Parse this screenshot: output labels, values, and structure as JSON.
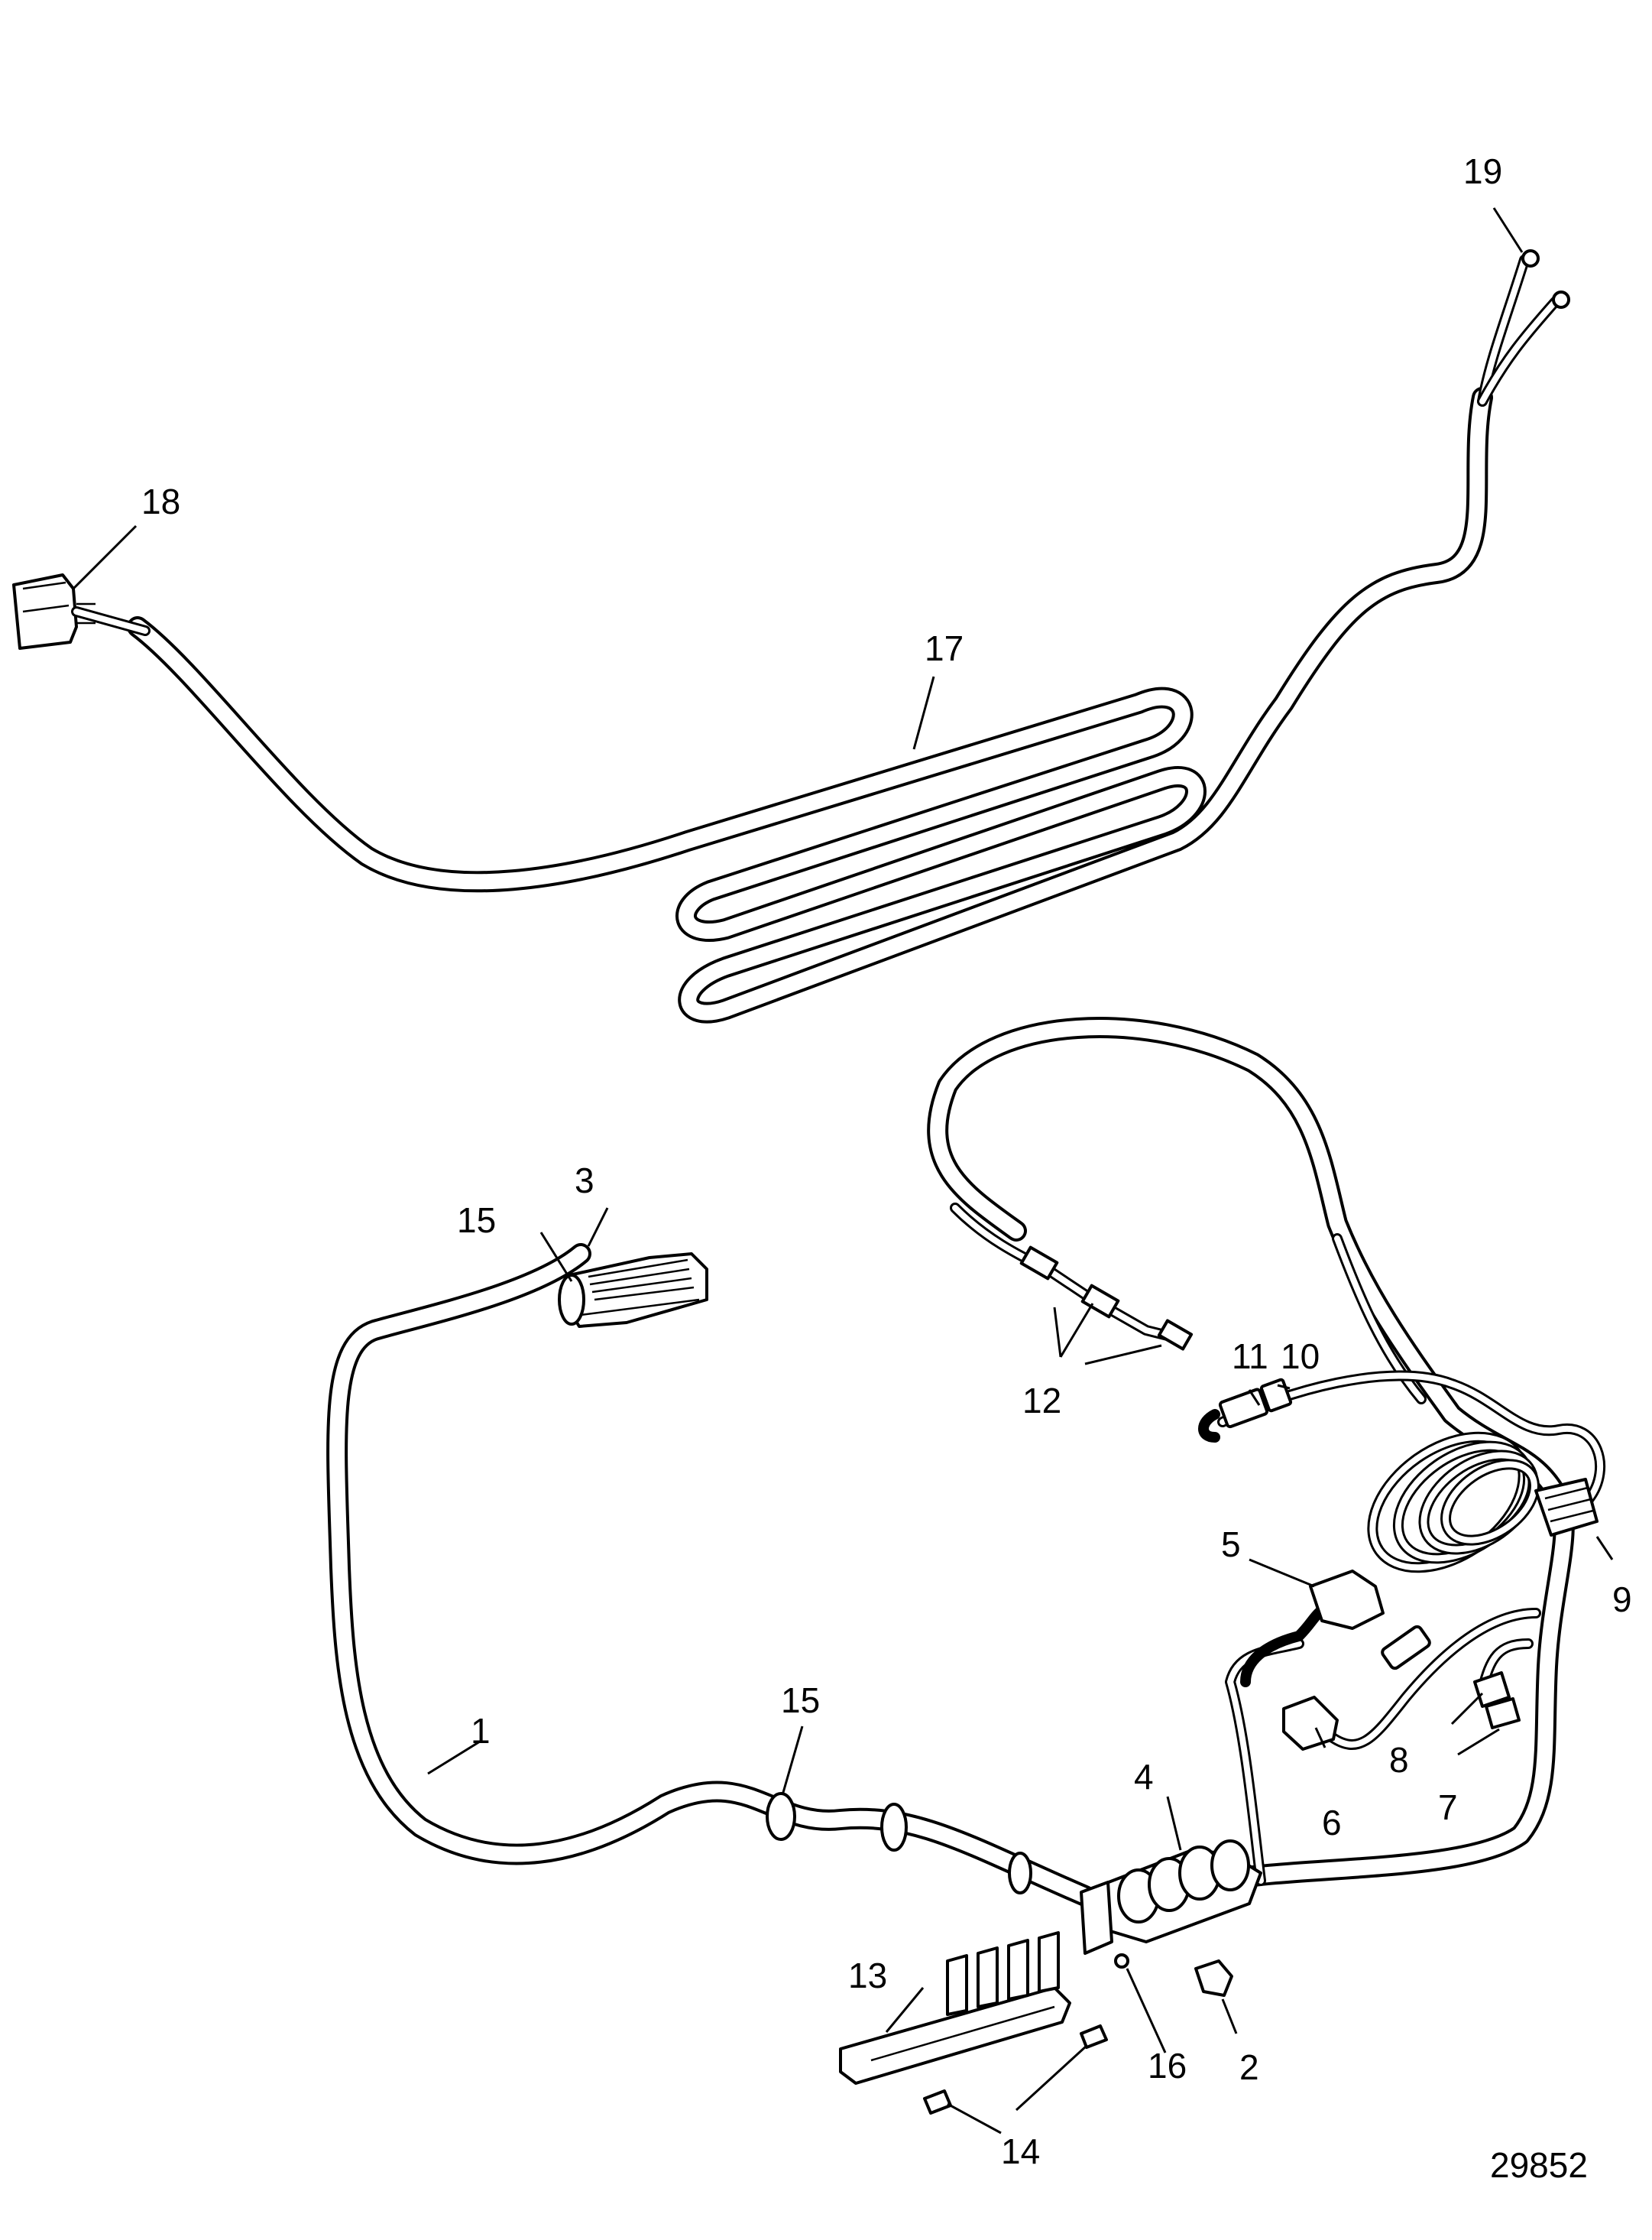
{
  "diagram": {
    "figure_number": "29852",
    "callouts": [
      {
        "id": "c1",
        "label": "1"
      },
      {
        "id": "c2",
        "label": "2"
      },
      {
        "id": "c3",
        "label": "3"
      },
      {
        "id": "c4",
        "label": "4"
      },
      {
        "id": "c5",
        "label": "5"
      },
      {
        "id": "c6",
        "label": "6"
      },
      {
        "id": "c7",
        "label": "7"
      },
      {
        "id": "c8",
        "label": "8"
      },
      {
        "id": "c9",
        "label": "9"
      },
      {
        "id": "c10",
        "label": "10"
      },
      {
        "id": "c11",
        "label": "11"
      },
      {
        "id": "c12",
        "label": "12"
      },
      {
        "id": "c13",
        "label": "13"
      },
      {
        "id": "c14",
        "label": "14"
      },
      {
        "id": "c15a",
        "label": "15"
      },
      {
        "id": "c15b",
        "label": "15"
      },
      {
        "id": "c16",
        "label": "16"
      },
      {
        "id": "c17",
        "label": "17"
      },
      {
        "id": "c18",
        "label": "18"
      },
      {
        "id": "c19",
        "label": "19"
      }
    ]
  }
}
